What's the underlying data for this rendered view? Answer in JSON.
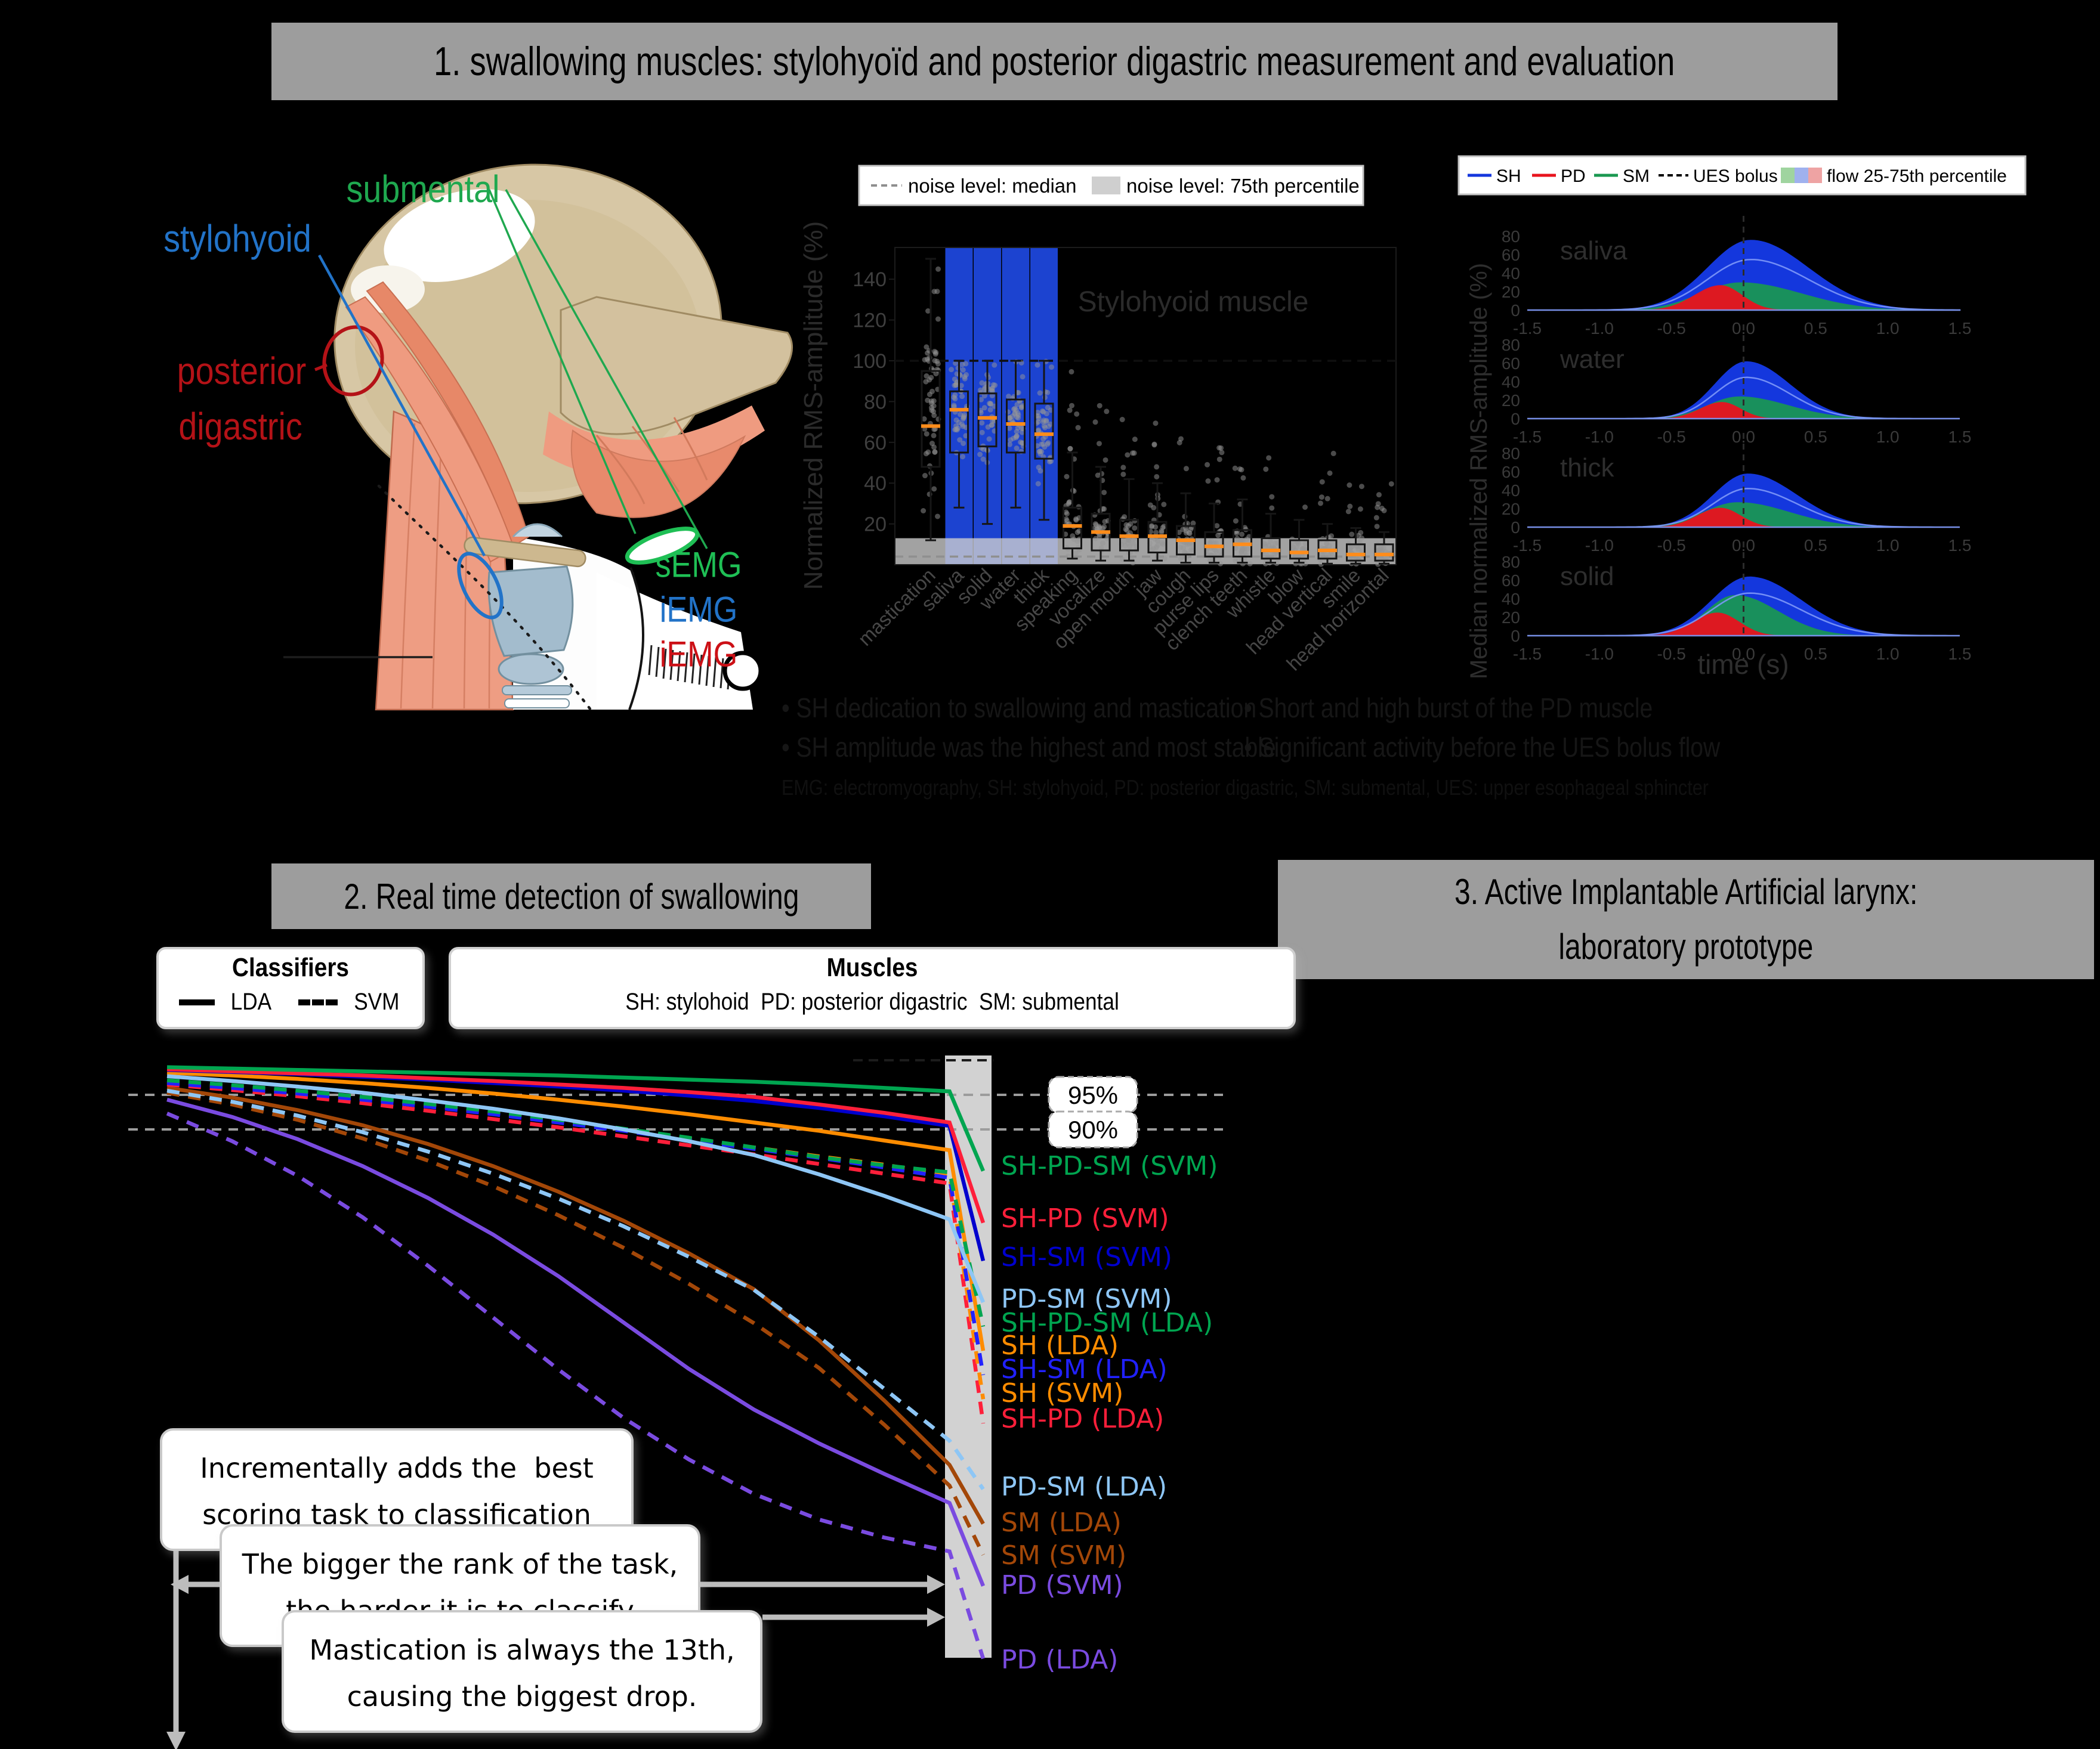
{
  "poster": {
    "background": "#000000",
    "header_bg": "#9d9d9d"
  },
  "section1": {
    "header": "1. swallowing muscles: stylohyoïd and posterior digastric measurement and evaluation",
    "anatomy_labels": {
      "submental": {
        "text": "submental",
        "color": "#1fa84f"
      },
      "stylohyoid": {
        "text": "stylohyoid",
        "color": "#2273c8"
      },
      "posterior": {
        "line1": "posterior",
        "line2": "digastric",
        "color": "#b41217"
      },
      "semg": {
        "text": "sEMG",
        "color": "#1fbf55"
      },
      "iemg_stylohyoid": {
        "text": "iEMG",
        "color": "#2273c8"
      },
      "iemg_digastric": {
        "text": "iEMG",
        "color": "#cc1016"
      }
    },
    "bullets": {
      "b1": "• SH dedication to swallowing and mastication",
      "b2": "• Short and high burst of the PD muscle",
      "b3": "• SH amplitude was the highest and most stable",
      "b4": "• Significant activity before the UES bolus flow",
      "abbrev": "EMG: electromyography, SH: stylohyoid, PD: posterior digastric, SM: submental, UES: upper esophageal sphincter"
    }
  },
  "section2": {
    "header": "2. Real time detection of swallowing",
    "classifiers_box": {
      "title": "Classifiers",
      "lda_label": "LDA",
      "svm_label": "SVM"
    },
    "muscles_box": {
      "title": "Muscles",
      "abbreviations": "SH: stylohoid  PD: posterior digastric  SM: submental"
    },
    "annotations": [
      {
        "line1": "Incrementally adds the  best",
        "line2": "scoring task to classification"
      },
      {
        "line1": "The bigger the rank of the task,",
        "line2": "the harder it is to classify"
      },
      {
        "line1": "Mastication is always the 13th,",
        "line2": "causing the biggest drop."
      }
    ]
  },
  "section3": {
    "header_line1": "3. Active Implantable Artificial larynx:",
    "header_line2": "laboratory prototype"
  },
  "chart_data": [
    {
      "id": "stylohyoid_boxplot",
      "type": "boxplot",
      "title": "Stylohyoid muscle",
      "ylabel": "Normalized RMS-amplitude (%)",
      "yticks": [
        20,
        40,
        60,
        80,
        100,
        120,
        140
      ],
      "ref_line": 100,
      "legend": {
        "median_label": "noise level: median",
        "p75_label": "noise level: 75th percentile"
      },
      "noise": {
        "median_pct": 4,
        "p75_pct": 13
      },
      "highlight_color": "#1c43d0",
      "highlighted": [
        "saliva",
        "solid",
        "water",
        "thick"
      ],
      "median_color": "#ff8c1a",
      "categories": [
        {
          "label": "mastication",
          "median": 68,
          "q1": 48,
          "q3": 95,
          "lo": 12,
          "hi": 150,
          "dmax": 152,
          "n": 60
        },
        {
          "label": "saliva",
          "median": 76,
          "q1": 55,
          "q3": 85,
          "lo": 28,
          "hi": 100,
          "dmax": 100,
          "n": 50
        },
        {
          "label": "solid",
          "median": 72,
          "q1": 58,
          "q3": 84,
          "lo": 20,
          "hi": 100,
          "dmax": 100,
          "n": 50
        },
        {
          "label": "water",
          "median": 69,
          "q1": 55,
          "q3": 81,
          "lo": 28,
          "hi": 100,
          "dmax": 100,
          "n": 50
        },
        {
          "label": "thick",
          "median": 64,
          "q1": 52,
          "q3": 79,
          "lo": 22,
          "hi": 100,
          "dmax": 100,
          "n": 50
        },
        {
          "label": "speaking",
          "median": 19,
          "q1": 8,
          "q3": 28,
          "lo": 3,
          "hi": 55,
          "dmax": 95,
          "n": 40
        },
        {
          "label": "vocalize",
          "median": 16,
          "q1": 7,
          "q3": 25,
          "lo": 2,
          "hi": 48,
          "dmax": 78,
          "n": 40
        },
        {
          "label": "open mouth",
          "median": 14,
          "q1": 7,
          "q3": 22,
          "lo": 2,
          "hi": 42,
          "dmax": 75,
          "n": 40
        },
        {
          "label": "jaw",
          "median": 14,
          "q1": 6,
          "q3": 21,
          "lo": 2,
          "hi": 40,
          "dmax": 70,
          "n": 40
        },
        {
          "label": "cough",
          "median": 12,
          "q1": 5,
          "q3": 19,
          "lo": 1,
          "hi": 35,
          "dmax": 88,
          "n": 40
        },
        {
          "label": "purse lips",
          "median": 9,
          "q1": 4,
          "q3": 16,
          "lo": 1,
          "hi": 30,
          "dmax": 60,
          "n": 40
        },
        {
          "label": "clench teeth",
          "median": 10,
          "q1": 4,
          "q3": 17,
          "lo": 1,
          "hi": 32,
          "dmax": 65,
          "n": 40
        },
        {
          "label": "whistle",
          "median": 7,
          "q1": 3,
          "q3": 13,
          "lo": 1,
          "hi": 25,
          "dmax": 55,
          "n": 35
        },
        {
          "label": "blow",
          "median": 6,
          "q1": 3,
          "q3": 12,
          "lo": 1,
          "hi": 22,
          "dmax": 50,
          "n": 35
        },
        {
          "label": "head vertical",
          "median": 7,
          "q1": 3,
          "q3": 12,
          "lo": 0.5,
          "hi": 20,
          "dmax": 55,
          "n": 35
        },
        {
          "label": "smile",
          "median": 5,
          "q1": 2,
          "q3": 10,
          "lo": 0.5,
          "hi": 18,
          "dmax": 40,
          "n": 35
        },
        {
          "label": "head horizontal",
          "median": 5,
          "q1": 2,
          "q3": 10,
          "lo": 0.5,
          "hi": 16,
          "dmax": 42,
          "n": 35
        }
      ]
    },
    {
      "id": "swallow_time_course",
      "type": "area",
      "ylabel": "Median normalized RMS-amplitude (%)",
      "xlabel": "time (s)",
      "xlim": [
        -1.5,
        1.5
      ],
      "ylim": [
        0,
        80
      ],
      "xticks": [
        -1.5,
        -1.0,
        -0.5,
        0.0,
        0.5,
        1.0,
        1.5
      ],
      "yticks": [
        0,
        20,
        40,
        60,
        80
      ],
      "legend": [
        "SH",
        "PD",
        "SM",
        "UES bolus",
        "flow 25-75th percentile"
      ],
      "colors": {
        "SH": "#1437dd",
        "PD": "#e8131d",
        "SM": "#1a9850",
        "UES": "#000000"
      },
      "flow_swatch_colors": [
        "#9fd49f",
        "#9fb1ee",
        "#eea3a3"
      ],
      "panels": [
        {
          "title": "saliva",
          "series": {
            "SH": {
              "peak": 76,
              "mu": 0.05,
              "sl": 0.3,
              "sr": 0.4
            },
            "SM": {
              "peak": 30,
              "mu": -0.02,
              "sl": 0.28,
              "sr": 0.42
            },
            "PD": {
              "peak": 27,
              "mu": -0.16,
              "sl": 0.18,
              "sr": 0.15
            }
          }
        },
        {
          "title": "water",
          "series": {
            "SH": {
              "peak": 62,
              "mu": 0.02,
              "sl": 0.22,
              "sr": 0.3
            },
            "SM": {
              "peak": 24,
              "mu": -0.03,
              "sl": 0.22,
              "sr": 0.34
            },
            "PD": {
              "peak": 18,
              "mu": -0.15,
              "sl": 0.15,
              "sr": 0.13
            }
          }
        },
        {
          "title": "thick",
          "series": {
            "SH": {
              "peak": 58,
              "mu": 0.03,
              "sl": 0.24,
              "sr": 0.34
            },
            "SM": {
              "peak": 27,
              "mu": -0.04,
              "sl": 0.24,
              "sr": 0.36
            },
            "PD": {
              "peak": 21,
              "mu": -0.16,
              "sl": 0.16,
              "sr": 0.14
            }
          }
        },
        {
          "title": "solid",
          "series": {
            "SH": {
              "peak": 64,
              "mu": 0.04,
              "sl": 0.26,
              "sr": 0.36
            },
            "SM": {
              "peak": 44,
              "mu": -0.06,
              "sl": 0.2,
              "sr": 0.3
            },
            "PD": {
              "peak": 25,
              "mu": -0.18,
              "sl": 0.17,
              "sr": 0.15
            }
          }
        }
      ]
    },
    {
      "id": "rank_classification_score",
      "type": "line",
      "xlim": [
        1,
        14
      ],
      "thresholds": [
        {
          "label": "95%",
          "value": 95
        },
        {
          "label": "90%",
          "value": 90
        }
      ],
      "ref_line": 100,
      "highlight_band_ranks": [
        13,
        14
      ],
      "series": [
        {
          "name": "SH-PD-SM (SVM)",
          "classifier": "SVM",
          "style": "solid",
          "color": "#00a550",
          "label_y": 1960,
          "end": 84,
          "values": [
            99,
            98.8,
            98.6,
            98.4,
            98.2,
            98,
            97.8,
            97.5,
            97.2,
            96.9,
            96.5,
            96,
            95.5
          ]
        },
        {
          "name": "SH-PD (SVM)",
          "classifier": "SVM",
          "style": "solid",
          "color": "#ff1f3a",
          "label_y": 2048,
          "end": 76.5,
          "values": [
            98.7,
            98.4,
            98.1,
            97.8,
            97.4,
            97,
            96.5,
            96,
            95.4,
            94.7,
            93.6,
            92.4,
            91
          ]
        },
        {
          "name": "SH-SM (SVM)",
          "classifier": "SVM",
          "style": "solid",
          "color": "#0000cd",
          "label_y": 2113,
          "end": 71,
          "values": [
            98.6,
            98.3,
            98,
            97.6,
            97.2,
            96.7,
            96.2,
            95.6,
            94.9,
            94.1,
            93.1,
            91.9,
            90.5
          ]
        },
        {
          "name": "PD-SM (SVM)",
          "classifier": "SVM",
          "style": "solid",
          "color": "#8ec6f5",
          "label_y": 2183,
          "end": 65,
          "values": [
            97.7,
            97,
            96.2,
            95.3,
            94.2,
            93,
            91.6,
            90,
            88.3,
            86.3,
            83.5,
            80.4,
            77
          ]
        },
        {
          "name": "SH-PD-SM (LDA)",
          "classifier": "LDA",
          "style": "dashed",
          "color": "#00a550",
          "label_y": 2223,
          "end": 61.5,
          "values": [
            97.1,
            96.4,
            95.6,
            94.7,
            93.7,
            92.6,
            91.4,
            90.1,
            88.8,
            87.4,
            86,
            84.8,
            83.8
          ]
        },
        {
          "name": "SH (LDA)",
          "classifier": "LDA",
          "style": "solid",
          "color": "#ff8c00",
          "label_y": 2261,
          "end": 58,
          "values": [
            98.2,
            97.8,
            97.3,
            96.7,
            96,
            95.2,
            94.3,
            93.3,
            92.2,
            91,
            89.8,
            88.4,
            87
          ]
        },
        {
          "name": "SH-SM (LDA)",
          "classifier": "LDA",
          "style": "dashed",
          "color": "#2121ff",
          "label_y": 2301,
          "end": 54.5,
          "values": [
            96.7,
            96,
            95.2,
            94.3,
            93.3,
            92.2,
            91,
            89.8,
            88.5,
            87.2,
            85.9,
            84.5,
            83
          ]
        },
        {
          "name": "SH (SVM)",
          "classifier": "SVM",
          "style": "dashed",
          "color": "#ff8c00",
          "label_y": 2341,
          "end": 51,
          "values": [
            96.9,
            96.2,
            95.4,
            94.5,
            93.5,
            92.4,
            91.2,
            90,
            88.7,
            87.4,
            86.1,
            84.9,
            83.4
          ]
        },
        {
          "name": "SH-PD (LDA)",
          "classifier": "LDA",
          "style": "dashed",
          "color": "#ff1f3a",
          "label_y": 2384,
          "end": 47.5,
          "values": [
            96.5,
            95.7,
            94.8,
            93.8,
            92.7,
            91.5,
            90.3,
            89,
            87.7,
            86.4,
            85,
            83.6,
            82.2
          ]
        },
        {
          "name": "PD-SM (LDA)",
          "classifier": "LDA",
          "style": "dashed",
          "color": "#8ec6f5",
          "label_y": 2498,
          "end": 38,
          "values": [
            95.6,
            94,
            92,
            89.6,
            86.8,
            83.6,
            80,
            76,
            71.6,
            66.8,
            60,
            52.5,
            45
          ]
        },
        {
          "name": "SM (LDA)",
          "classifier": "LDA",
          "style": "solid",
          "color": "#a34708",
          "label_y": 2558,
          "end": 33,
          "values": [
            96,
            94.6,
            92.8,
            90.6,
            87.9,
            84.7,
            81,
            76.8,
            72.1,
            66.9,
            59.5,
            50.8,
            41.5
          ]
        },
        {
          "name": "SM (SVM)",
          "classifier": "SVM",
          "style": "dashed",
          "color": "#a34708",
          "label_y": 2613,
          "end": 28.5,
          "values": [
            95.3,
            93.6,
            91.4,
            88.7,
            85.5,
            81.8,
            77.6,
            72.9,
            67.7,
            62,
            55.5,
            47.3,
            38.5
          ]
        },
        {
          "name": "PD (SVM)",
          "classifier": "SVM",
          "style": "solid",
          "color": "#7a4be0",
          "label_y": 2663,
          "end": 24,
          "values": [
            94.3,
            91.8,
            88.6,
            84.7,
            80.1,
            74.8,
            68.8,
            62.1,
            55.4,
            49.5,
            44.6,
            40.2,
            36
          ]
        },
        {
          "name": "PD (LDA)",
          "classifier": "LDA",
          "style": "dashed",
          "color": "#7a4be0",
          "label_y": 2788,
          "end": 13.5,
          "values": [
            92.3,
            88.3,
            83.3,
            77.3,
            70.3,
            62.8,
            55.3,
            48.3,
            42.3,
            37.3,
            33.6,
            31,
            29
          ]
        }
      ]
    }
  ]
}
